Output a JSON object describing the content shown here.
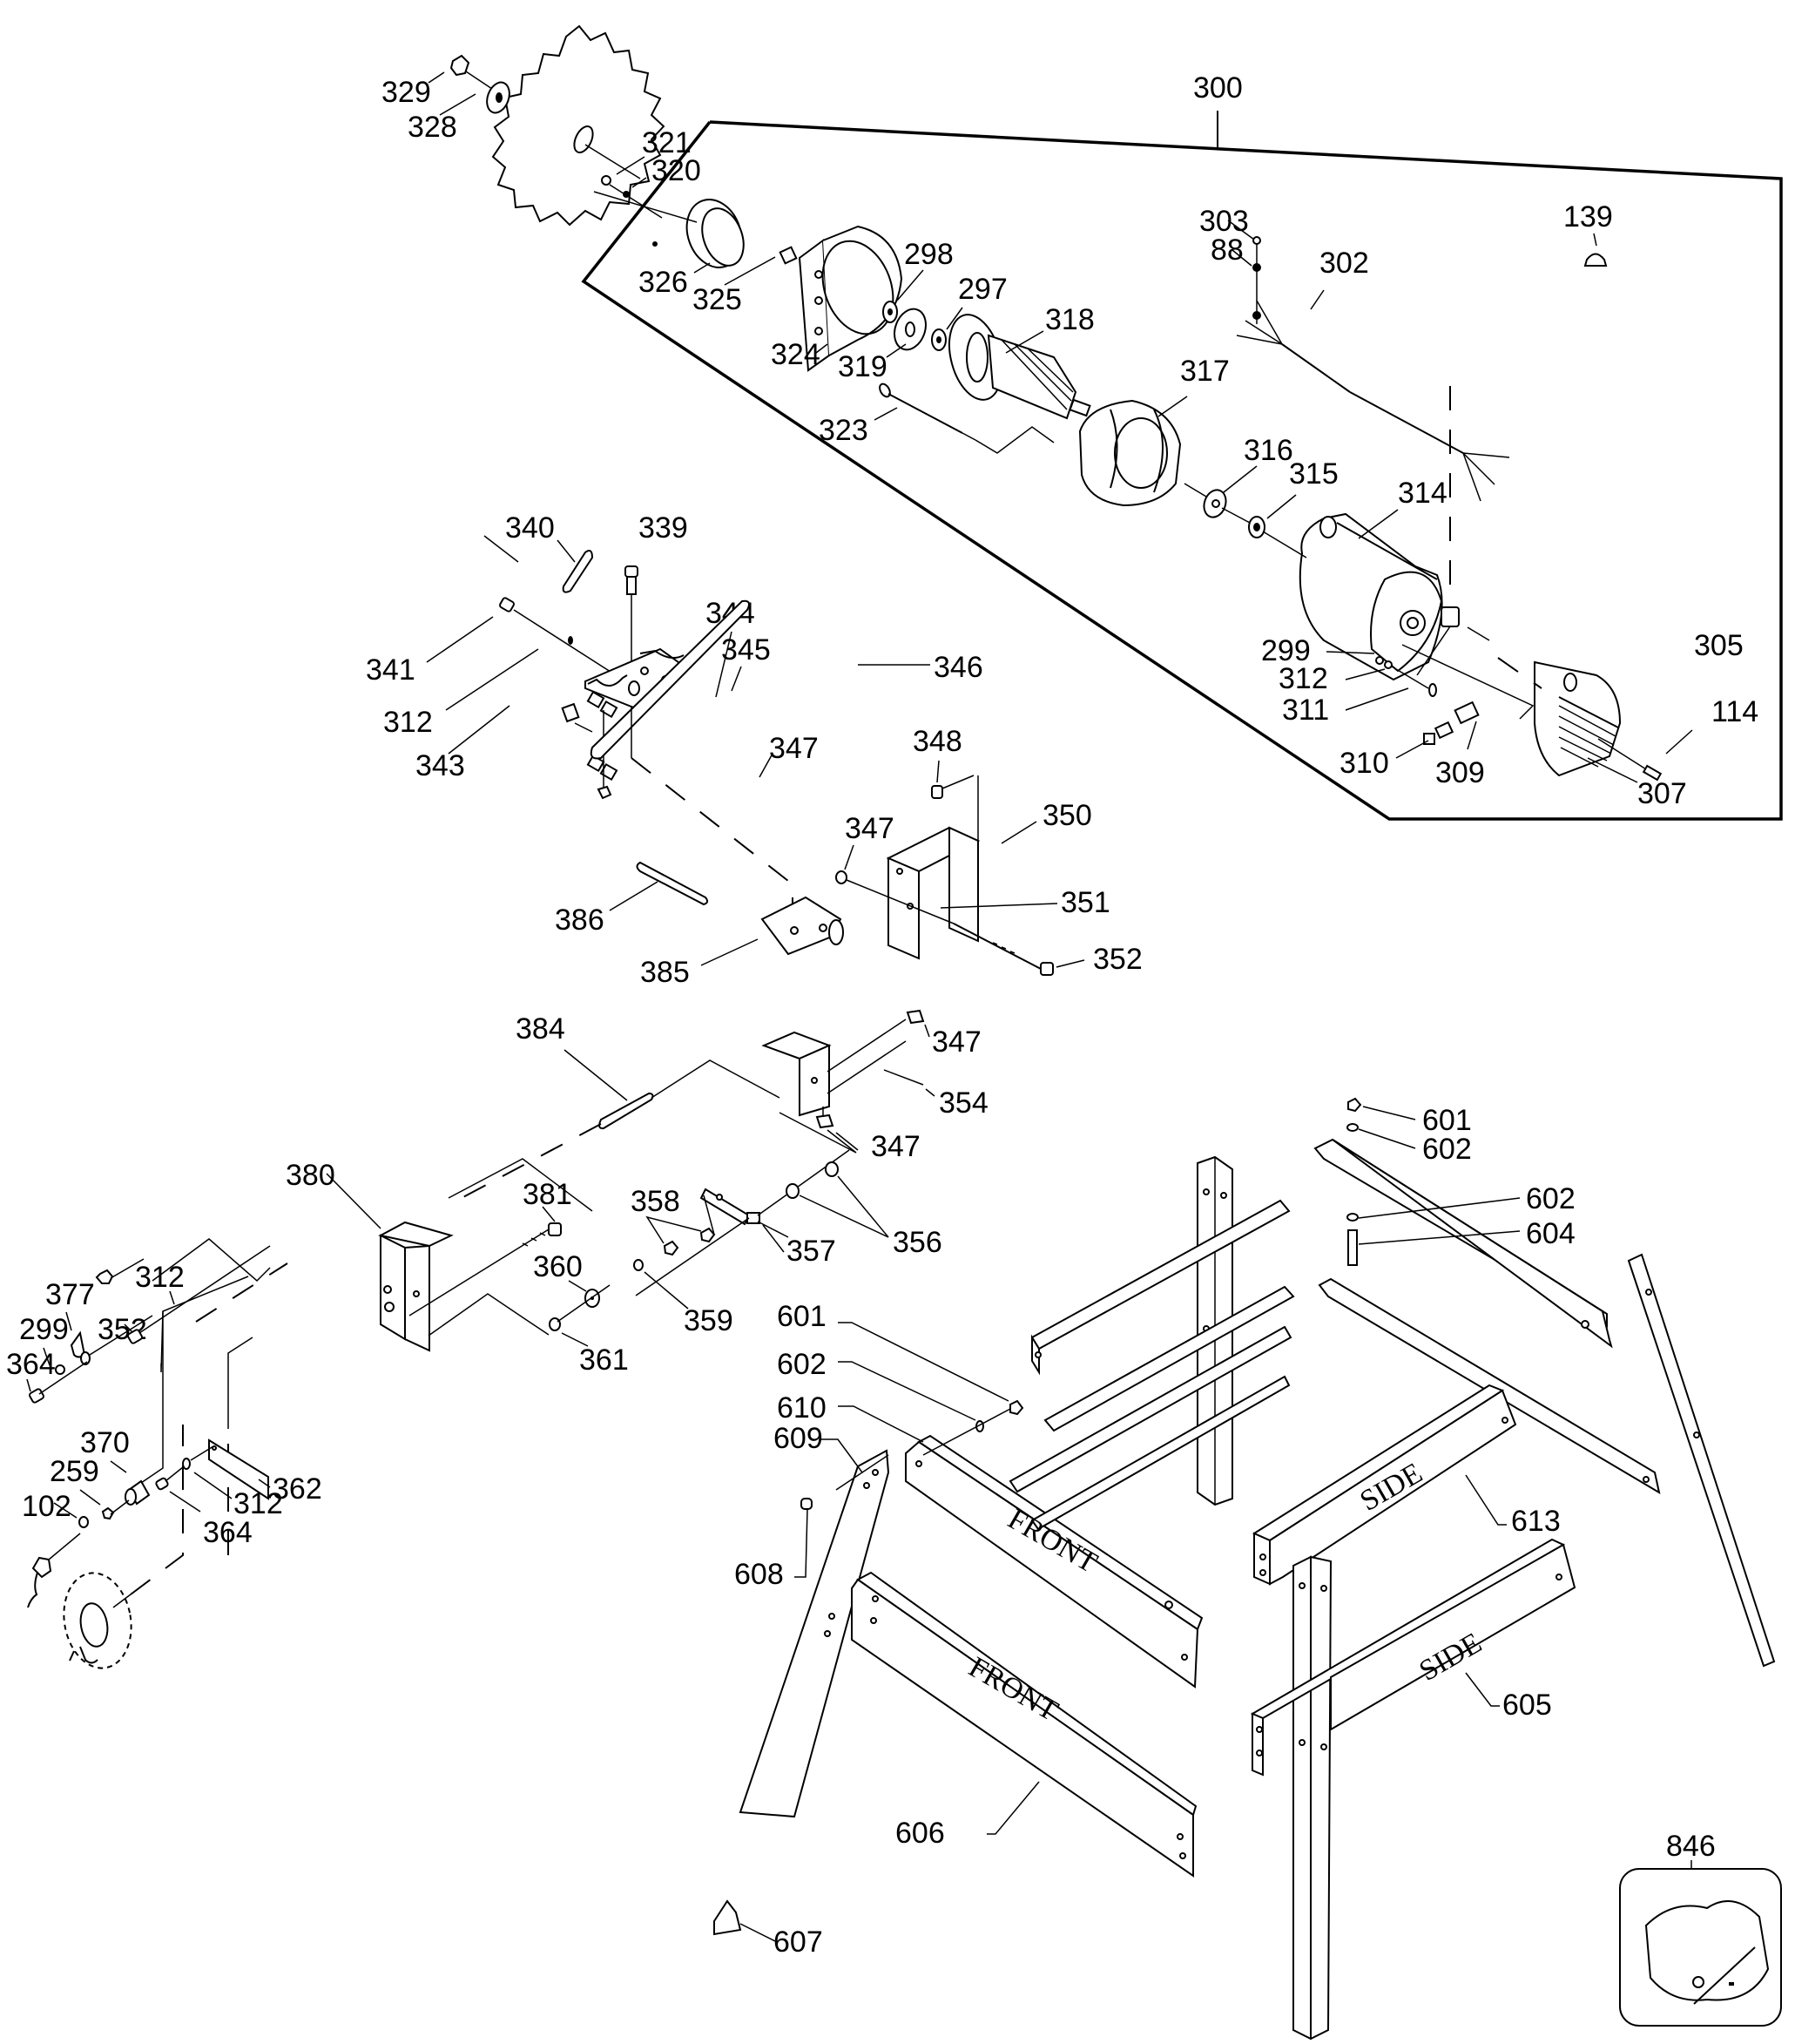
{
  "diagram": {
    "title": "Exploded parts diagram - table saw motor assembly and stand",
    "callouts": {
      "p300": "300",
      "p329": "329",
      "p328": "328",
      "p321": "321",
      "p320": "320",
      "p326": "326",
      "p325": "325",
      "p324": "324",
      "p298": "298",
      "p297": "297",
      "p319": "319",
      "p318": "318",
      "p323": "323",
      "p317": "317",
      "p316": "316",
      "p315": "315",
      "p314": "314",
      "p303": "303",
      "p88": "88",
      "p139": "139",
      "p302": "302",
      "p305": "305",
      "p299a": "299",
      "p312a": "312",
      "p311": "311",
      "p310": "310",
      "p309": "309",
      "p114": "114",
      "p307": "307",
      "p340": "340",
      "p339": "339",
      "p341": "341",
      "p312b": "312",
      "p343": "343",
      "p344": "344",
      "p345": "345",
      "p346": "346",
      "p347a": "347",
      "p348": "348",
      "p347b": "347",
      "p350": "350",
      "p351": "351",
      "p386": "386",
      "p385": "385",
      "p352a": "352",
      "p384": "384",
      "p347c": "347",
      "p354": "354",
      "p347d": "347",
      "p380": "380",
      "p381": "381",
      "p358": "358",
      "p357": "357",
      "p356": "356",
      "p360": "360",
      "p359": "359",
      "p361": "361",
      "p312c": "312",
      "p377": "377",
      "p299b": "299",
      "p364a": "364",
      "p352b": "352",
      "p370": "370",
      "p259": "259",
      "p102": "102",
      "p312d": "312",
      "p362": "362",
      "p364b": "364",
      "p601a": "601",
      "p602a": "602",
      "p602b": "602",
      "p604": "604",
      "p601b": "601",
      "p602c": "602",
      "p610": "610",
      "p609": "609",
      "p608": "608",
      "p613": "613",
      "p605": "605",
      "p606": "606",
      "p607": "607",
      "p846": "846"
    },
    "stamps": {
      "front_upper": "FRONT",
      "front_lower": "FRONT",
      "side_upper": "SIDE",
      "side_lower": "SIDE"
    }
  }
}
